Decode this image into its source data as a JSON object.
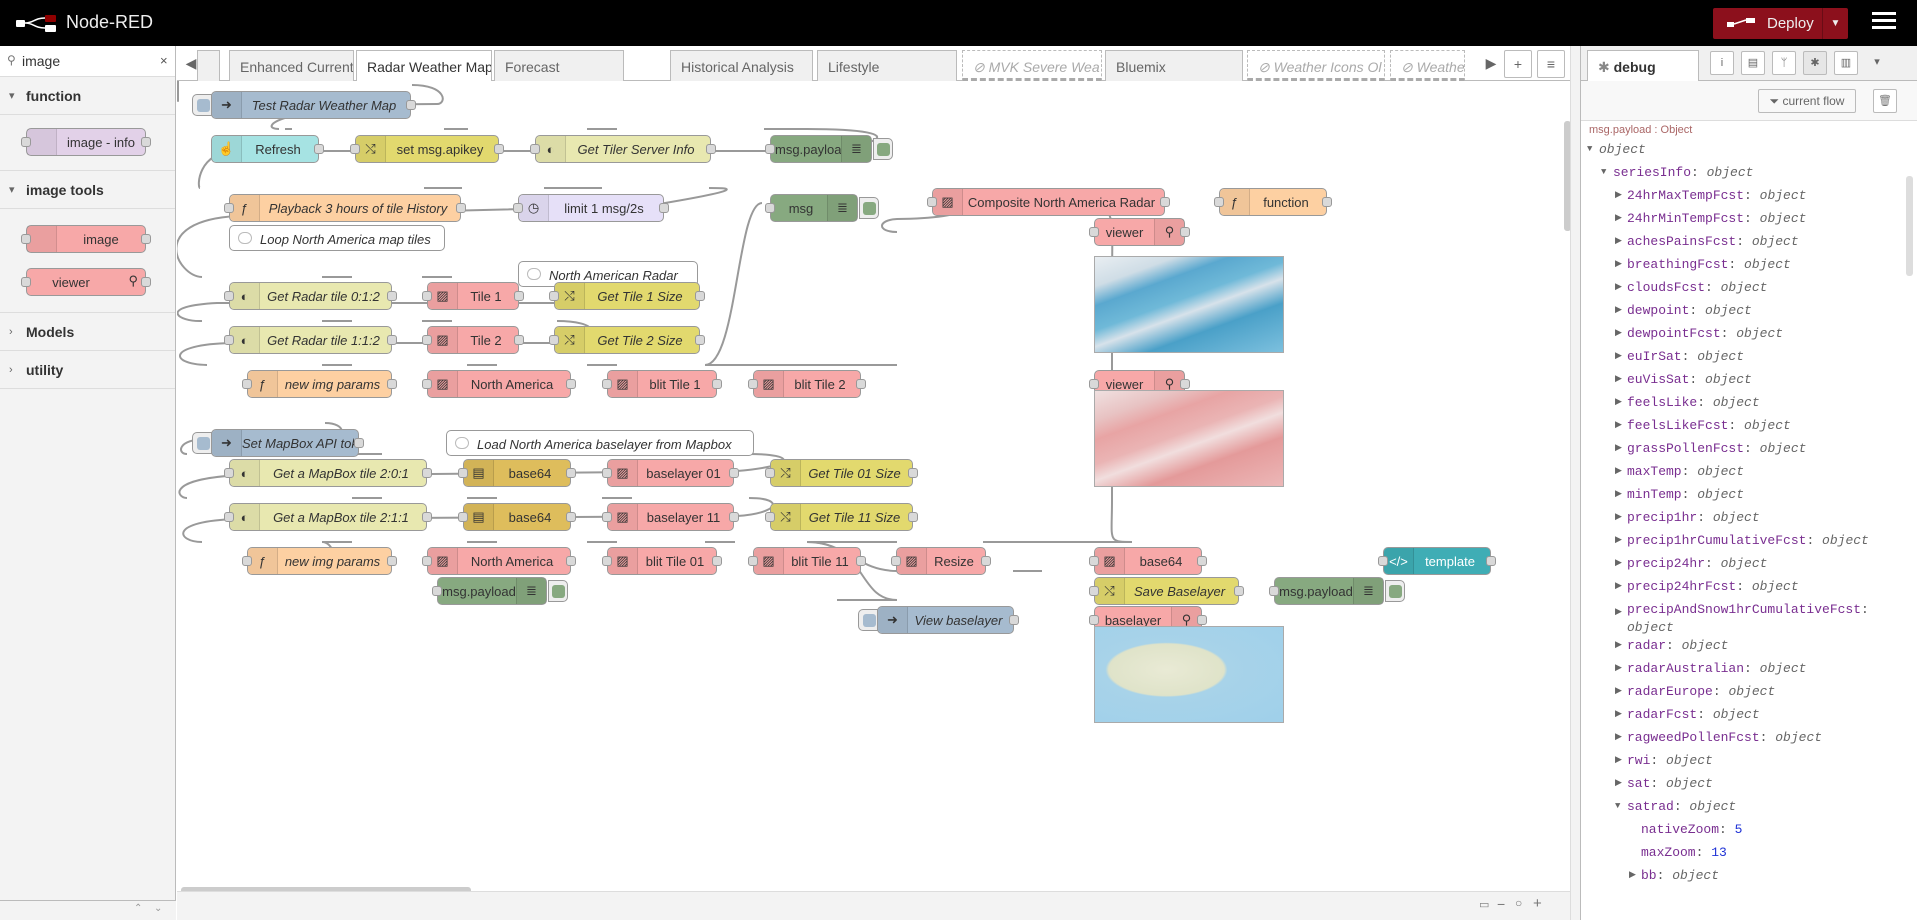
{
  "app": {
    "title": "Node-RED",
    "deploy_label": "Deploy"
  },
  "palette": {
    "search_value": "image",
    "categories": [
      {
        "label": "function",
        "nodes": [
          "image - info"
        ]
      },
      {
        "label": "image tools",
        "nodes": [
          "image",
          "viewer"
        ]
      },
      {
        "label": "Models"
      },
      {
        "label": "utility"
      }
    ]
  },
  "tabs": [
    {
      "label": "Enhanced Current C",
      "disabled": false
    },
    {
      "label": "Radar Weather Map",
      "disabled": false,
      "active": true
    },
    {
      "label": "Forecast",
      "disabled": false
    },
    {
      "label": "Historical Analysis",
      "disabled": false
    },
    {
      "label": "Lifestyle",
      "disabled": false
    },
    {
      "label": "MVK Severe Wea",
      "disabled": true
    },
    {
      "label": "Bluemix",
      "disabled": false
    },
    {
      "label": "Weather Icons Ol",
      "disabled": true
    },
    {
      "label": "Weathe",
      "disabled": true
    }
  ],
  "flow": {
    "nodes": {
      "test_radar": "Test Radar Weather Map",
      "refresh": "Refresh",
      "set_apikey": "set msg.apikey",
      "get_tiler": "Get Tiler Server Info",
      "msg_payload_1": "msg.payload",
      "playback": "Playback 3 hours of tile History",
      "limit": "limit 1 msg/2s",
      "msg": "msg",
      "loop_comment": "Loop North America map tiles",
      "na_radar_comment": "North American Radar",
      "radar_tile_012": "Get Radar tile 0:1:2",
      "tile1": "Tile 1",
      "tile1_size": "Get Tile 1 Size",
      "radar_tile_112": "Get Radar tile 1:1:2",
      "tile2": "Tile 2",
      "tile2_size": "Get Tile 2 Size",
      "new_img_params_1": "new img params",
      "north_america_1": "North America",
      "blit_tile1": "blit Tile 1",
      "blit_tile2": "blit Tile 2",
      "composite": "Composite North America Radar",
      "function": "function",
      "viewer1": "viewer",
      "viewer2": "viewer",
      "set_mapbox": "Set MapBox API token",
      "load_comment": "Load North America baselayer from Mapbox",
      "mapbox_201": "Get a MapBox tile 2:0:1",
      "base64_1": "base64",
      "baselayer01": "baselayer 01",
      "tile01_size": "Get Tile 01 Size",
      "mapbox_211": "Get a MapBox tile 2:1:1",
      "base64_2": "base64",
      "baselayer11": "baselayer 11",
      "tile11_size": "Get Tile 11 Size",
      "new_img_params_2": "new img params",
      "north_america_2": "North America",
      "blit_tile01": "blit Tile 01",
      "blit_tile11": "blit Tile 11",
      "resize": "Resize",
      "base64_3": "base64",
      "template": "template",
      "save_baselayer": "Save Baselayer",
      "msg_payload_2": "msg.payload",
      "msg_payload_3": "msg.payload",
      "view_baselayer": "View baselayer",
      "baselayer_viewer": "baselayer"
    }
  },
  "sidebar": {
    "tab_label": "debug",
    "filter_label": "current flow",
    "topic": "msg.payload : Object",
    "tree": [
      {
        "key": "",
        "type": "object",
        "open": true,
        "depth": 0
      },
      {
        "key": "seriesInfo",
        "type": "object",
        "open": true,
        "depth": 1
      },
      {
        "key": "24hrMaxTempFcst",
        "type": "object",
        "depth": 2
      },
      {
        "key": "24hrMinTempFcst",
        "type": "object",
        "depth": 2
      },
      {
        "key": "achesPainsFcst",
        "type": "object",
        "depth": 2
      },
      {
        "key": "breathingFcst",
        "type": "object",
        "depth": 2
      },
      {
        "key": "cloudsFcst",
        "type": "object",
        "depth": 2
      },
      {
        "key": "dewpoint",
        "type": "object",
        "depth": 2
      },
      {
        "key": "dewpointFcst",
        "type": "object",
        "depth": 2
      },
      {
        "key": "euIrSat",
        "type": "object",
        "depth": 2
      },
      {
        "key": "euVisSat",
        "type": "object",
        "depth": 2
      },
      {
        "key": "feelsLike",
        "type": "object",
        "depth": 2
      },
      {
        "key": "feelsLikeFcst",
        "type": "object",
        "depth": 2
      },
      {
        "key": "grassPollenFcst",
        "type": "object",
        "depth": 2
      },
      {
        "key": "maxTemp",
        "type": "object",
        "depth": 2
      },
      {
        "key": "minTemp",
        "type": "object",
        "depth": 2
      },
      {
        "key": "precip1hr",
        "type": "object",
        "depth": 2
      },
      {
        "key": "precip1hrCumulativeFcst",
        "type": "object",
        "depth": 2
      },
      {
        "key": "precip24hr",
        "type": "object",
        "depth": 2
      },
      {
        "key": "precip24hrFcst",
        "type": "object",
        "depth": 2
      },
      {
        "key": "precipAndSnow1hrCumulativeFcst",
        "type": "object",
        "depth": 2,
        "wrap": true
      },
      {
        "key": "radar",
        "type": "object",
        "depth": 2
      },
      {
        "key": "radarAustralian",
        "type": "object",
        "depth": 2
      },
      {
        "key": "radarEurope",
        "type": "object",
        "depth": 2
      },
      {
        "key": "radarFcst",
        "type": "object",
        "depth": 2
      },
      {
        "key": "ragweedPollenFcst",
        "type": "object",
        "depth": 2
      },
      {
        "key": "rwi",
        "type": "object",
        "depth": 2
      },
      {
        "key": "sat",
        "type": "object",
        "depth": 2
      },
      {
        "key": "satrad",
        "type": "object",
        "open": true,
        "depth": 2
      },
      {
        "key": "nativeZoom",
        "value": "5",
        "depth": 3
      },
      {
        "key": "maxZoom",
        "value": "13",
        "depth": 3
      },
      {
        "key": "bb",
        "type": "object",
        "depth": 3
      }
    ]
  }
}
